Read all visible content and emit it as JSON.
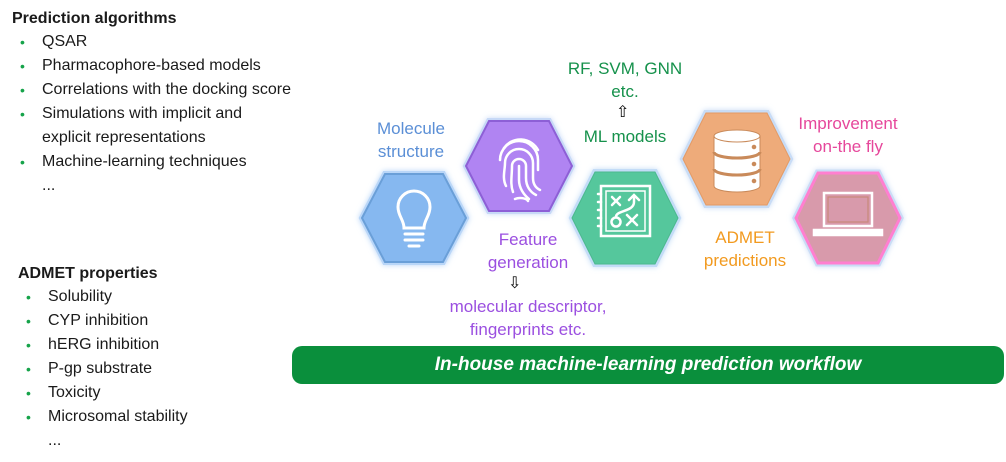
{
  "prediction_algorithms": {
    "title": "Prediction algorithms",
    "items": [
      "QSAR",
      "Pharmacophore-based models",
      "Correlations with the docking score",
      "Simulations with implicit and",
      "Machine-learning techniques"
    ],
    "item_4_continuation": "explicit representations",
    "more": "..."
  },
  "admet_properties": {
    "title": "ADMET properties",
    "items": [
      "Solubility",
      "CYP inhibition",
      "hERG inhibition",
      "P-gp substrate",
      "Toxicity",
      "Microsomal stability"
    ],
    "more": "..."
  },
  "workflow": {
    "steps": [
      {
        "label_line1": "Molecule",
        "label_line2": "structure",
        "icon": "lightbulb-icon",
        "color": "#6fa8e6",
        "fill": "#86b8f0",
        "label_color": "#5b8fd6"
      },
      {
        "label_line1": "Feature",
        "label_line2": "generation",
        "icon": "fingerprint-icon",
        "color": "#8d5fd6",
        "fill": "#b084f2",
        "label_color": "#9b4fe0"
      },
      {
        "label_line1": "ML models",
        "label_line2": "",
        "icon": "strategy-board-icon",
        "color": "#3fb487",
        "fill": "#55c79c",
        "label_color": "#15914b"
      },
      {
        "label_line1": "ADMET",
        "label_line2": "predictions",
        "icon": "database-icon",
        "color": "#e8a070",
        "fill": "#eeab7a",
        "label_color": "#f29a1f"
      },
      {
        "label_line1": "Improvement",
        "label_line2": "on-the fly",
        "icon": "laptop-icon",
        "color": "#ff7fd0",
        "fill": "#d89aab",
        "label_color": "#e6479b"
      }
    ],
    "ml_examples_line1": "RF, SVM, GNN",
    "ml_examples_line2": "etc.",
    "feature_examples_line1": "molecular descriptor,",
    "feature_examples_line2": "fingerprints etc.",
    "banner_title": "In-house machine-learning prediction workflow"
  }
}
